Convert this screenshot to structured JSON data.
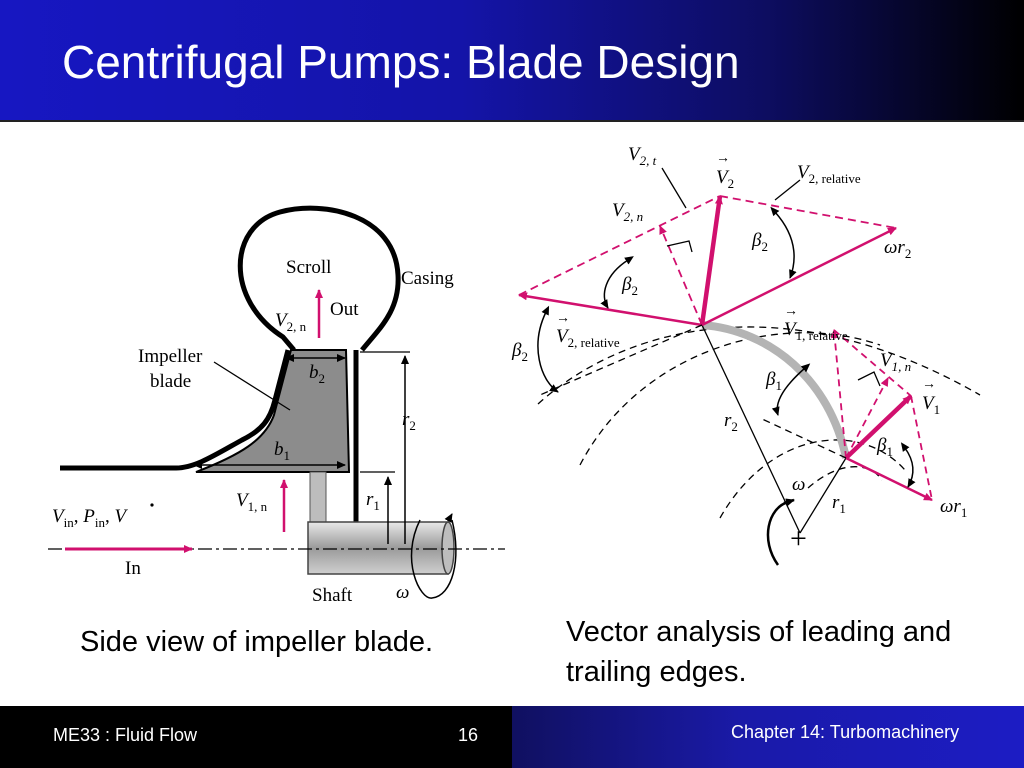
{
  "slide": {
    "title": "Centrifugal Pumps: Blade Design",
    "caption_left": "Side view of impeller blade.",
    "caption_right": "Vector analysis of leading and trailing edges."
  },
  "footer": {
    "course": "ME33 :  Fluid Flow",
    "page": "16",
    "chapter": "Chapter 14:  Turbomachinery"
  },
  "impeller_figure": {
    "scroll": "Scroll",
    "casing": "Casing",
    "out": "Out",
    "v2n": "V",
    "v2n_sub": "2, n",
    "impeller_line1": "Impeller",
    "impeller_line2": "blade",
    "b2": "b",
    "b2_sub": "2",
    "b1": "b",
    "b1_sub": "1",
    "r2": "r",
    "r2_sub": "2",
    "r1": "r",
    "r1_sub": "1",
    "v1n": "V",
    "v1n_sub": "1, n",
    "vin": "V",
    "vin_sub": "in",
    "pin": "P",
    "pin_sub": "in",
    "vdot": "V",
    "in": "In",
    "shaft": "Shaft",
    "omega": "ω"
  },
  "vector_figure": {
    "v2t": "V",
    "v2t_sub": "2, t",
    "v2_vec": "V",
    "v2_vec_sub": "2",
    "v2rel_top": "V",
    "v2rel_top_sub": "2, relative",
    "v2n": "V",
    "v2n_sub": "2, n",
    "beta2_top": "β",
    "beta2_top_sub": "2",
    "omega_r2": "ωr",
    "omega_r2_sub": "2",
    "beta2_mid": "β",
    "beta2_mid_sub": "2",
    "beta2_left": "β",
    "beta2_left_sub": "2",
    "v2rel_left": "V",
    "v2rel_left_sub": "2, relative",
    "v1rel": "V",
    "v1rel_sub": "1, relative",
    "v1n": "V",
    "v1n_sub": "1, n",
    "v1_vec": "V",
    "v1_vec_sub": "1",
    "beta1_left": "β",
    "beta1_left_sub": "1",
    "beta1_right": "β",
    "beta1_right_sub": "1",
    "r2": "r",
    "r2_sub": "2",
    "omega": "ω",
    "r1": "r",
    "r1_sub": "1",
    "omega_r1": "ωr",
    "omega_r1_sub": "1",
    "plus": "+"
  },
  "colors": {
    "vector": "#d1106e",
    "title_gradient_start": "#1717c2",
    "title_gradient_end": "#000000"
  }
}
